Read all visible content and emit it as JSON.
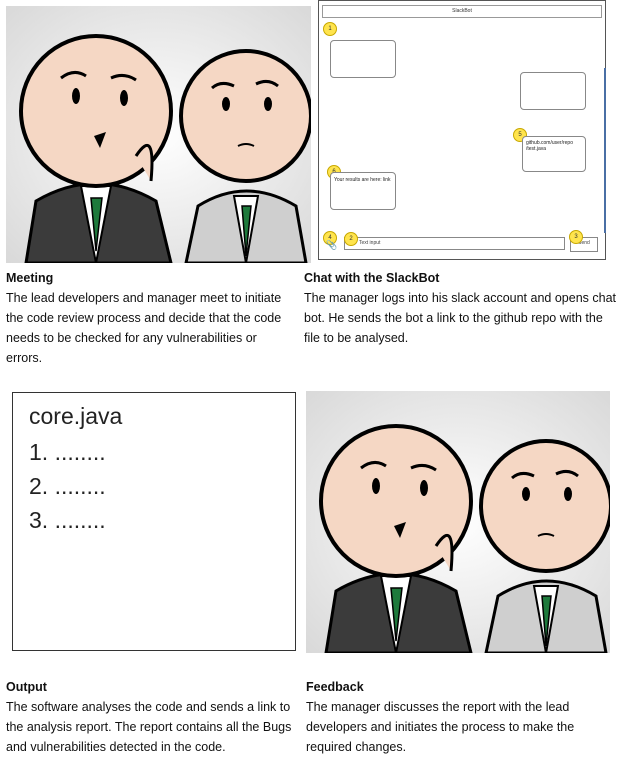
{
  "panels": {
    "meeting": {
      "heading": "Meeting",
      "text": "The lead developers and manager meet to initiate the code review process and decide that the code needs to be checked for any vulnerabilities or errors."
    },
    "chat": {
      "heading": "Chat with the SlackBot",
      "text": "The manager logs into his slack account and opens chat bot. He sends the bot a link to the github repo with the file to be analysed."
    },
    "output": {
      "heading": "Output",
      "text": "The software analyses the code and sends a link to the analysis report. The report contains all the Bugs and vulnerabilities detected in the code."
    },
    "feedback": {
      "heading": "Feedback",
      "text": "The manager discusses the report with the lead developers and initiates the process to make the required changes."
    }
  },
  "slackbot": {
    "title": "SlackBot",
    "link_message": "github.com/user/repo /test.java",
    "results_message": "Your results are here: link",
    "input_placeholder": "Text input",
    "send_label": "Send",
    "markers": [
      "1",
      "5",
      "6",
      "4",
      "2",
      "3"
    ]
  },
  "report": {
    "filename": "core.java",
    "lines": [
      "1. ........",
      "2. ........",
      "3. ........"
    ]
  },
  "colors": {
    "skin": "#f5d7c4",
    "suit": "#3b3b3b",
    "shirt": "#ffffff",
    "tie": "#1e7a3c",
    "marker": "#ffe44d"
  }
}
